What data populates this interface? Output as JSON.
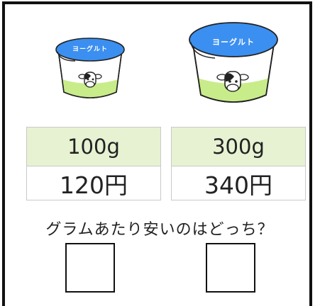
{
  "products": [
    {
      "label": "ヨーグルト",
      "weight": "100g",
      "price": "120円"
    },
    {
      "label": "ヨーグルト",
      "weight": "300g",
      "price": "340円"
    }
  ],
  "question": "グラムあたり安いのはどっち？",
  "colors": {
    "lid_blue": "#3b8ff0",
    "cup_green": "#c9ec8a",
    "card_green": "#e6f2d2"
  }
}
